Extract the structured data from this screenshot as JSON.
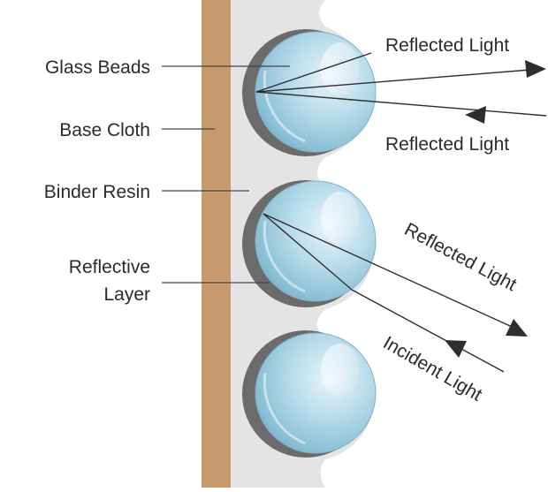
{
  "labels": {
    "glass_beads": "Glass Beads",
    "base_cloth": "Base Cloth",
    "binder_resin": "Binder Resin",
    "reflective_layer_line1": "Reflective",
    "reflective_layer_line2": "Layer"
  },
  "rays": {
    "top_outgoing": "Reflected Light",
    "top_incoming": "Reflected Light",
    "mid_reflected": "Reflected Light",
    "mid_incident": "Incident Light"
  },
  "colors": {
    "base_cloth": "#c69a6c",
    "binder_resin": "#e4e4e4",
    "reflective_layer": "#6b6b6b",
    "bead_fill": "#a9d0e2",
    "line": "#333333"
  }
}
